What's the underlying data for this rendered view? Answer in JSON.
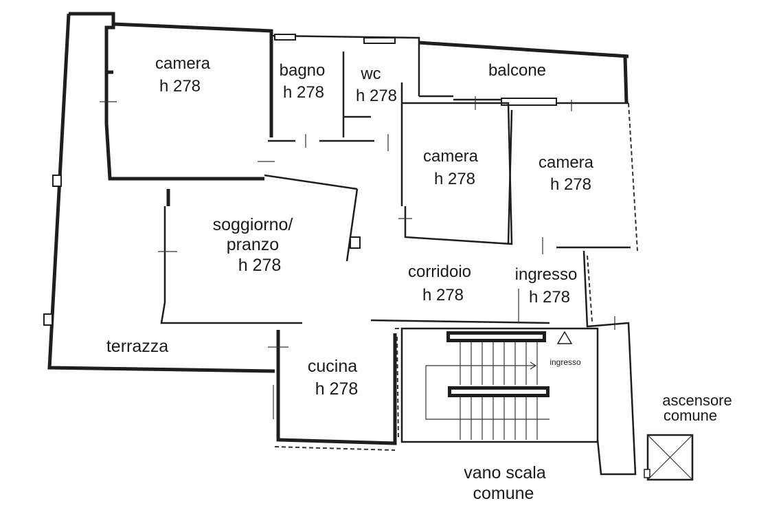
{
  "rooms": {
    "camera_nw": {
      "name": "camera",
      "height": "h 278"
    },
    "bagno": {
      "name": "bagno",
      "height": "h 278"
    },
    "wc": {
      "name": "wc",
      "height": "h 278"
    },
    "balcone": {
      "name": "balcone"
    },
    "camera_center": {
      "name": "camera",
      "height": "h 278"
    },
    "camera_east": {
      "name": "camera",
      "height": "h 278"
    },
    "soggiorno": {
      "name_line1": "soggiorno/",
      "name_line2": "pranzo",
      "height": "h 278"
    },
    "corridoio": {
      "name": "corridoio",
      "height": "h 278"
    },
    "ingresso": {
      "name": "ingresso",
      "height": "h 278"
    },
    "terrazza": {
      "name": "terrazza"
    },
    "cucina": {
      "name": "cucina",
      "height": "h 278"
    },
    "ascensore": {
      "line1": "ascensore",
      "line2": "comune"
    },
    "vano_scala": {
      "line1": "vano scala",
      "line2": "comune"
    },
    "entrance_marker": {
      "label": "ingresso"
    }
  },
  "colors": {
    "ink": "#1e1e1e",
    "paper": "#ffffff"
  }
}
